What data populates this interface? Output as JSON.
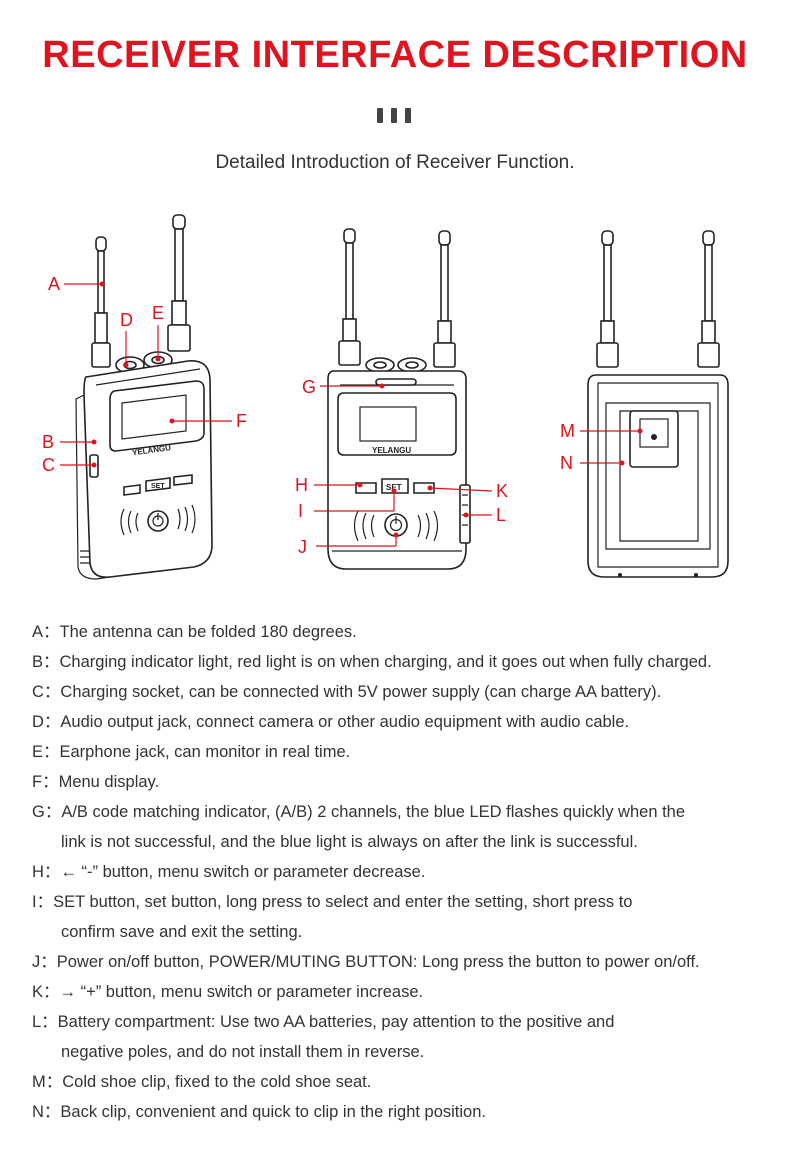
{
  "header": {
    "title": "RECEIVER INTERFACE DESCRIPTION",
    "subtitle": "Detailed Introduction of Receiver Function."
  },
  "callouts": {
    "A": "A",
    "B": "B",
    "C": "C",
    "D": "D",
    "E": "E",
    "F": "F",
    "G": "G",
    "H": "H",
    "I": "I",
    "J": "J",
    "K": "K",
    "L": "L",
    "M": "M",
    "N": "N"
  },
  "device": {
    "brand": "YELANGU",
    "set_label": "SET"
  },
  "colors": {
    "accent": "#e1131f",
    "text": "#333333",
    "line_art": "#222222"
  },
  "descriptions": [
    {
      "lines": [
        "A：The antenna can be folded 180 degrees."
      ]
    },
    {
      "lines": [
        "B：Charging indicator light, red light is on when charging, and it goes out when fully charged."
      ]
    },
    {
      "lines": [
        "C：Charging socket, can be connected with 5V power supply (can charge AA battery)."
      ]
    },
    {
      "lines": [
        "D：Audio output jack, connect camera or other audio equipment with audio cable."
      ]
    },
    {
      "lines": [
        "E：Earphone jack, can monitor in real time."
      ]
    },
    {
      "lines": [
        "F：Menu display."
      ]
    },
    {
      "lines": [
        "G：A/B code matching indicator, (A/B) 2 channels, the blue LED flashes quickly when the",
        "link is not successful, and the blue light is always on after the link is successful."
      ]
    },
    {
      "lines": [
        "H：← “-” button, menu switch or parameter decrease."
      ]
    },
    {
      "lines": [
        "I：SET button, set button, long press to select and enter the setting, short press to",
        "confirm save and exit the setting."
      ]
    },
    {
      "lines": [
        "J：Power on/off button, POWER/MUTING BUTTON: Long press the button to power on/off."
      ]
    },
    {
      "lines": [
        "K：→ “+” button, menu switch or parameter increase."
      ]
    },
    {
      "lines": [
        "L：Battery compartment: Use two AA batteries, pay attention to the positive and",
        "negative poles, and do not install them in reverse."
      ]
    },
    {
      "lines": [
        "M：Cold shoe clip, fixed to the cold shoe seat."
      ]
    },
    {
      "lines": [
        "N：Back clip, convenient and quick to clip in the right position."
      ]
    }
  ]
}
